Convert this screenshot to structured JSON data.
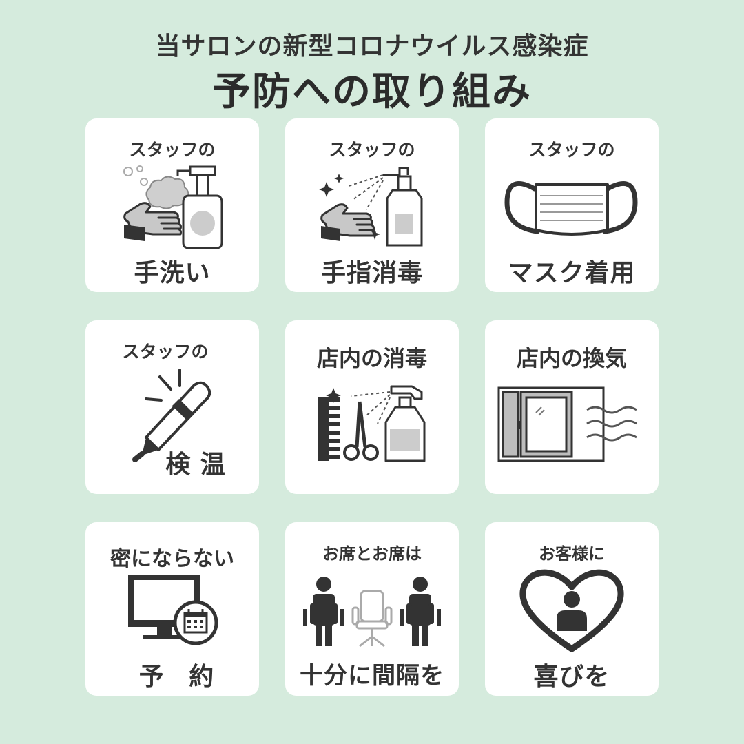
{
  "header": {
    "subtitle": "当サロンの新型コロナウイルス感染症",
    "title": "予防への取り組み"
  },
  "colors": {
    "background": "#d5ebdd",
    "card": "#ffffff",
    "ink": "#333333",
    "gray": "#aaaaaa",
    "light_gray": "#cccccc"
  },
  "cards": [
    {
      "top": "スタッフの",
      "bottom": "手洗い",
      "icon": "handwash-icon"
    },
    {
      "top": "スタッフの",
      "bottom": "手指消毒",
      "icon": "sanitizer-spray-icon"
    },
    {
      "top": "スタッフの",
      "bottom": "マスク着用",
      "icon": "mask-icon"
    },
    {
      "top": "スタッフの",
      "bottom": "検 温",
      "icon": "thermometer-icon"
    },
    {
      "top": "店内の消毒",
      "bottom": "",
      "icon": "tool-disinfect-icon"
    },
    {
      "top": "店内の換気",
      "bottom": "",
      "icon": "window-ventilation-icon"
    },
    {
      "top": "密にならない",
      "bottom": "予 約",
      "icon": "computer-calendar-icon"
    },
    {
      "top": "お席とお席は",
      "bottom": "十分に間隔を",
      "icon": "seat-distance-icon"
    },
    {
      "top": "お客様に",
      "bottom": "喜びを",
      "icon": "heart-person-icon"
    }
  ]
}
